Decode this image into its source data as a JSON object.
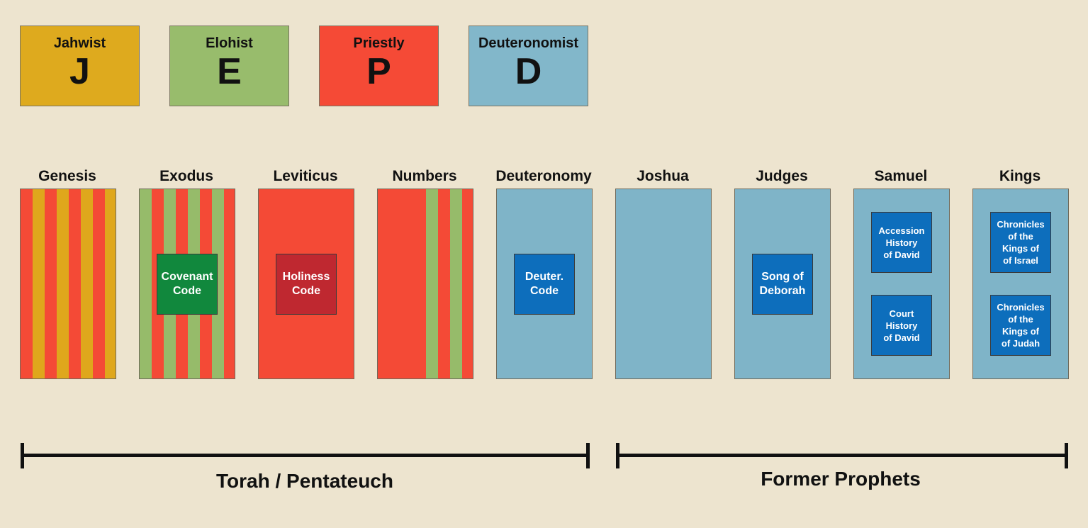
{
  "sources": [
    {
      "name": "Jahwist",
      "letter": "J",
      "color": "#deaa1e"
    },
    {
      "name": "Elohist",
      "letter": "E",
      "color": "#98bc6c"
    },
    {
      "name": "Priestly",
      "letter": "P",
      "color": "#f54a36"
    },
    {
      "name": "Deuteronomist",
      "letter": "D",
      "color": "#82b7ca"
    }
  ],
  "books": [
    {
      "title": "Genesis",
      "pattern": "J/P stripes"
    },
    {
      "title": "Exodus",
      "pattern": "E/P stripes",
      "insets": [
        "Covenant\nCode"
      ]
    },
    {
      "title": "Leviticus",
      "pattern": "P",
      "insets": [
        "Holiness\nCode"
      ]
    },
    {
      "title": "Numbers",
      "pattern": "P with E stripes"
    },
    {
      "title": "Deuteronomy",
      "pattern": "D",
      "insets": [
        "Deuter.\nCode"
      ]
    },
    {
      "title": "Joshua",
      "pattern": "D"
    },
    {
      "title": "Judges",
      "pattern": "D",
      "insets": [
        "Song of\nDeborah"
      ]
    },
    {
      "title": "Samuel",
      "pattern": "D",
      "insets": [
        "Accession\nHistory\nof David",
        "Court\nHistory\nof David"
      ]
    },
    {
      "title": "Kings",
      "pattern": "D",
      "insets": [
        "Chronicles\nof the\nKings of\nof Israel",
        "Chronicles\nof the\nKings of\nof Judah"
      ]
    }
  ],
  "colors": {
    "background": "#ede4cf",
    "covenant_code": "#11883d",
    "holiness_code": "#bf2830",
    "blue_insets": "#0d6ebc"
  },
  "sections": [
    {
      "label": "Torah / Pentateuch"
    },
    {
      "label": "Former Prophets"
    }
  ]
}
